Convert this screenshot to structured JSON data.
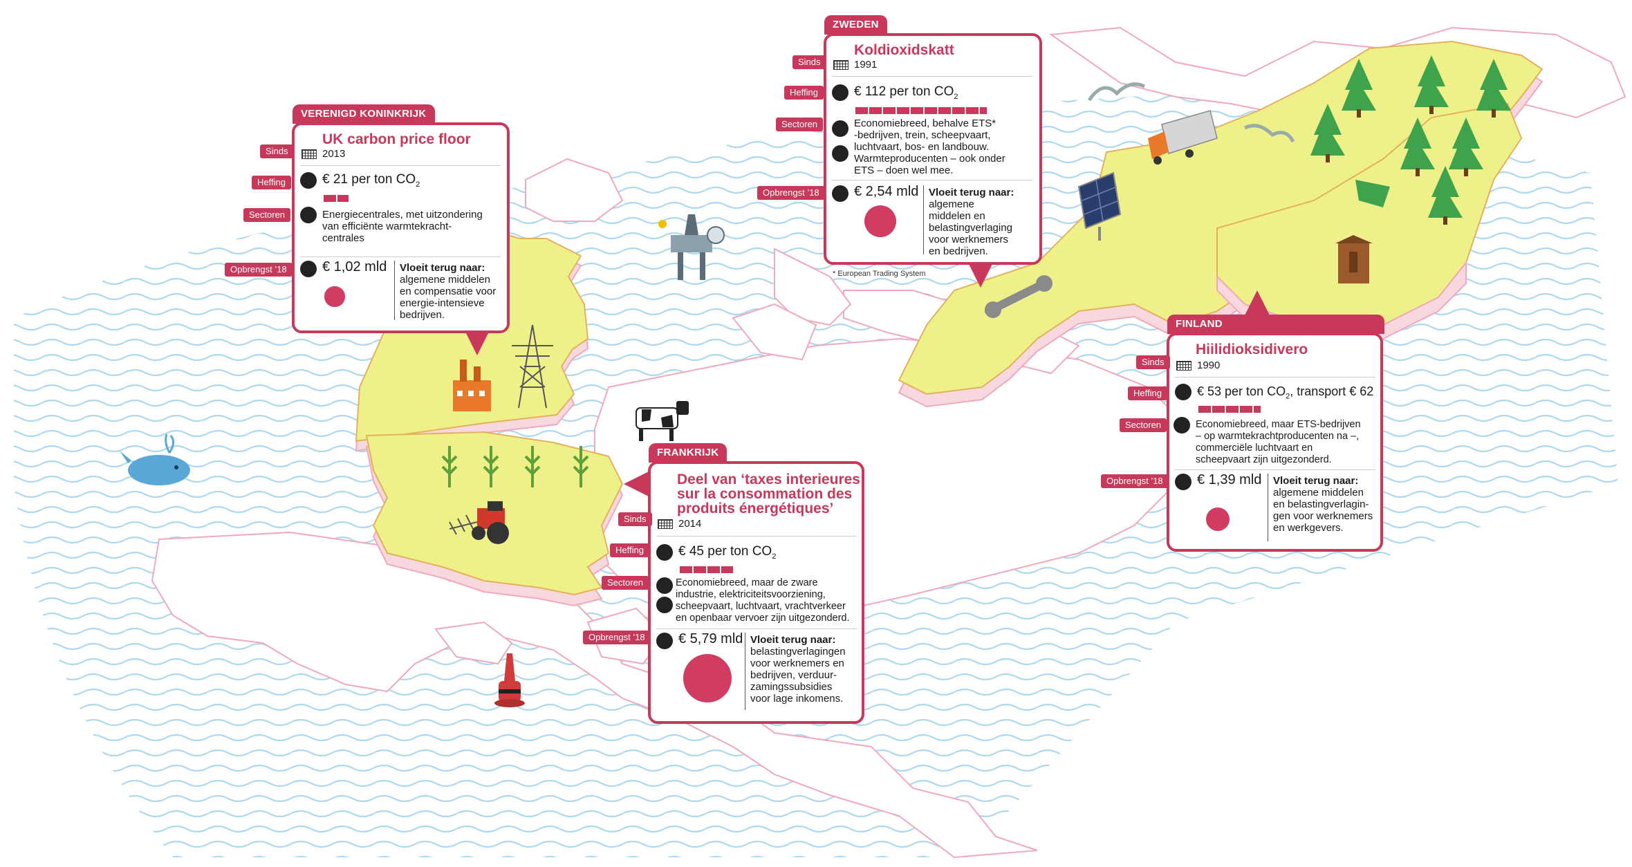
{
  "uk": {
    "country": "VERENIGD KONINKRIJK",
    "title": "UK carbon price floor",
    "since": "2013",
    "levy": "€ 21 per ton CO",
    "levy_sub": "2",
    "levy_value": 21,
    "sectors": [
      "Energiecentrales, met uitzondering",
      "van efficiënte warmtekracht-",
      "centrales"
    ],
    "revenue": "€ 1,02 mld",
    "revenue_value": 1.02,
    "flows_label": "Vloeit terug naar:",
    "flows": [
      "algemene middelen",
      "en compensatie voor",
      "energie-intensieve",
      "bedrijven."
    ]
  },
  "sweden": {
    "country": "ZWEDEN",
    "title": "Koldioxidskatt",
    "since": "1991",
    "levy": "€ 112 per ton CO",
    "levy_sub": "2",
    "levy_value": 112,
    "sectors": [
      "Economiebreed, behalve ETS*",
      "-bedrijven, trein, scheepvaart,",
      "luchtvaart, bos- en landbouw.",
      "Warmteproducenten – ook onder",
      "ETS – doen wel mee."
    ],
    "revenue": "€ 2,54 mld",
    "revenue_value": 2.54,
    "flows_label": "Vloeit terug naar:",
    "flows": [
      "algemene",
      "middelen en",
      "belastingverlaging",
      "voor werknemers",
      "en bedrijven."
    ],
    "footnote": "* European Trading System"
  },
  "france": {
    "country": "FRANKRIJK",
    "title": [
      "Deel van ‘taxes interieures",
      "sur la consommation des",
      "produits énergétiques’"
    ],
    "since": "2014",
    "levy": "€ 45 per ton CO",
    "levy_sub": "2",
    "levy_value": 45,
    "sectors": [
      "Economiebreed, maar de zware",
      "industrie, elektriciteitsvoorziening,",
      "scheepvaart, luchtvaart, vrachtverkeer",
      "en openbaar vervoer zijn uitgezonderd."
    ],
    "revenue": "€ 5,79 mld",
    "revenue_value": 5.79,
    "flows_label": "Vloeit terug naar:",
    "flows": [
      "belastingverlagingen",
      "voor werknemers en",
      "bedrijven, verduur-",
      "zamingssubsidies",
      "voor lage inkomens."
    ]
  },
  "finland": {
    "country": "FINLAND",
    "title": "Hiilidioksidivero",
    "since": "1990",
    "levy": "€ 53 per ton CO",
    "levy_sub": "2",
    "levy_suffix": ", transport € 62",
    "levy_value": 53,
    "sectors": [
      "Economiebreed, maar ETS-bedrijven",
      "– op warmtekrachtproducenten na –,",
      "commerciële luchtvaart en",
      "scheepvaart zijn uitgezonderd."
    ],
    "revenue": "€ 1,39 mld",
    "revenue_value": 1.39,
    "flows_label": "Vloeit terug naar:",
    "flows": [
      "algemene middelen",
      "en belastingverlagin-",
      "gen voor werknemers",
      "en werkgevers."
    ]
  },
  "labels": {
    "since": "Sinds",
    "levy": "Heffing",
    "sectors": "Sectoren",
    "revenue": "Opbrengst ’18"
  },
  "colors": {
    "accent": "#c8385a",
    "land": "#eef08a",
    "sea_lines": "#a9d6ef",
    "land_edge": "#f2c6cf"
  },
  "icons": [
    "calendar-icon",
    "money-stack-icon",
    "tree-icon",
    "lightning-icon",
    "power-pylon-icon",
    "wheat-icon",
    "bus-icon",
    "truck-icon",
    "whale-icon",
    "buoy-icon",
    "oil-rig-icon",
    "cow-icon",
    "tractor-icon",
    "factory-icon",
    "solar-panel-icon",
    "wrench-icon",
    "seagull-icon",
    "outhouse-icon"
  ]
}
